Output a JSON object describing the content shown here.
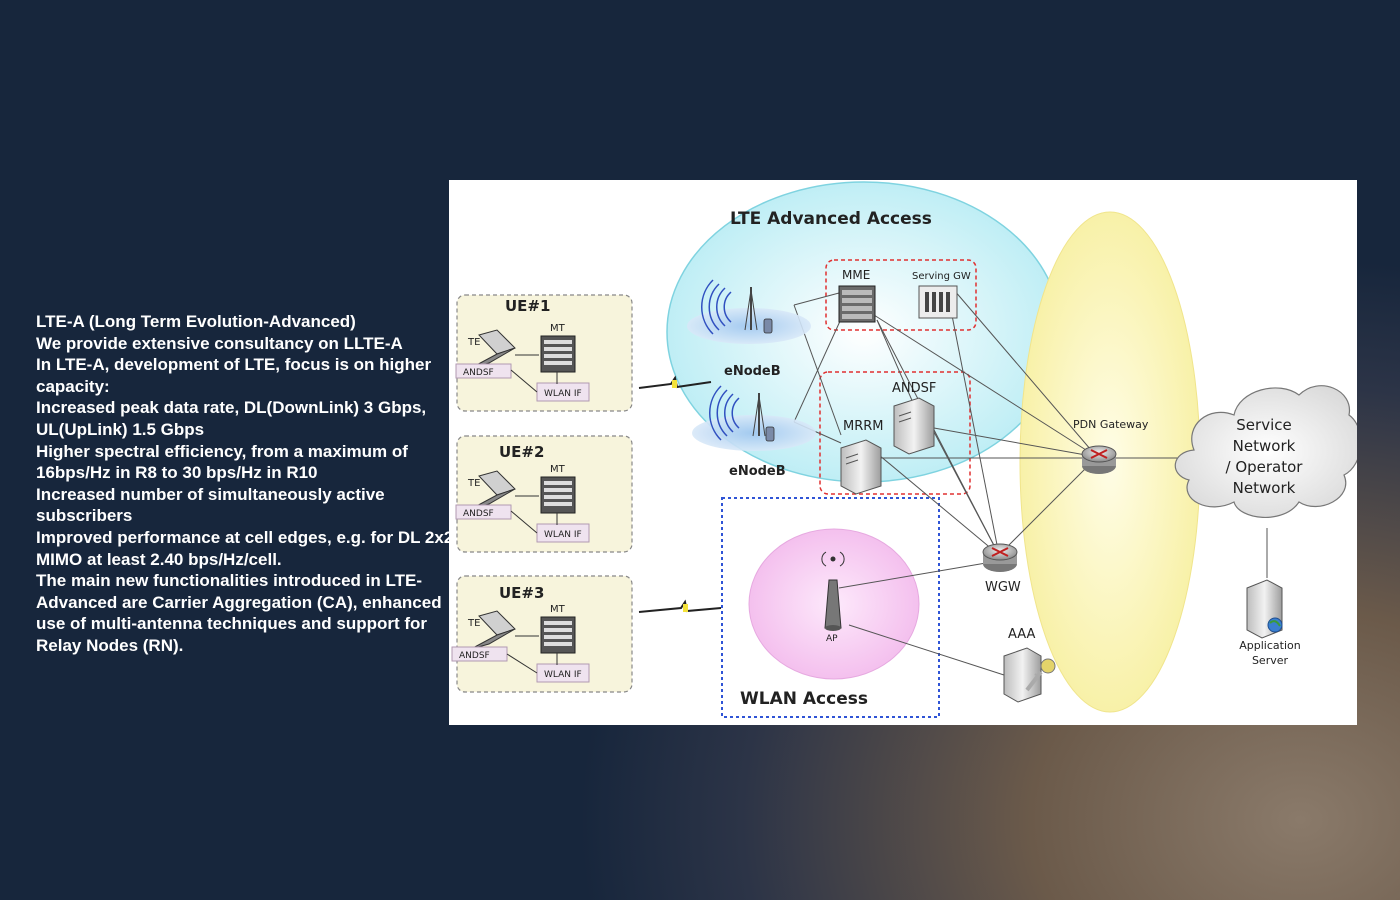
{
  "text_block": {
    "lines": [
      "LTE-A (Long Term Evolution-Advanced)",
      "We provide extensive consultancy on LLTE-A",
      "In LTE-A, development of LTE, focus is on higher capacity:",
      "Increased peak data rate, DL(DownLink) 3 Gbps, UL(UpLink) 1.5 Gbps",
      "Higher spectral efficiency, from a maximum of 16bps/Hz in R8 to 30 bps/Hz in R10",
      "Increased number of simultaneously active subscribers",
      "Improved performance at cell edges, e.g. for DL 2x2 MIMO at least 2.40 bps/Hz/cell.",
      "The main new functionalities introduced in LTE-Advanced are Carrier Aggregation (CA), enhanced use of multi-antenna techniques and support for Relay Nodes (RN)."
    ]
  },
  "diagram": {
    "lte_area_title": "LTE Advanced Access",
    "wlan_area_title": "WLAN Access",
    "ues": [
      {
        "label": "UE#1",
        "te": "TE",
        "mt": "MT",
        "andsf": "ANDSF",
        "wlan_if": "WLAN IF"
      },
      {
        "label": "UE#2",
        "te": "TE",
        "mt": "MT",
        "andsf": "ANDSF",
        "wlan_if": "WLAN IF"
      },
      {
        "label": "UE#3",
        "te": "TE",
        "mt": "MT",
        "andsf": "ANDSF",
        "wlan_if": "WLAN IF"
      }
    ],
    "enodeb_1": "eNodeB",
    "enodeb_2": "eNodeB",
    "mme": "MME",
    "serving_gw": "Serving GW",
    "andsf": "ANDSF",
    "mrrm": "MRRM",
    "pdn_gateway": "PDN Gateway",
    "wgw": "WGW",
    "aaa": "AAA",
    "ap": "AP",
    "service_network": [
      "Service",
      "Network",
      "/ Operator",
      "Network"
    ],
    "application_server": [
      "Application",
      "Server"
    ],
    "colors": {
      "lte_cloud": "#bfeef5",
      "lte_border": "#7fd3e0",
      "core_ellipse": "#fbf6b6",
      "wlan_circle": "#f7c8f2",
      "ue_box": "#f7f4dc",
      "red_dash": "#e03030",
      "blue_dash": "#2f54d6"
    }
  }
}
